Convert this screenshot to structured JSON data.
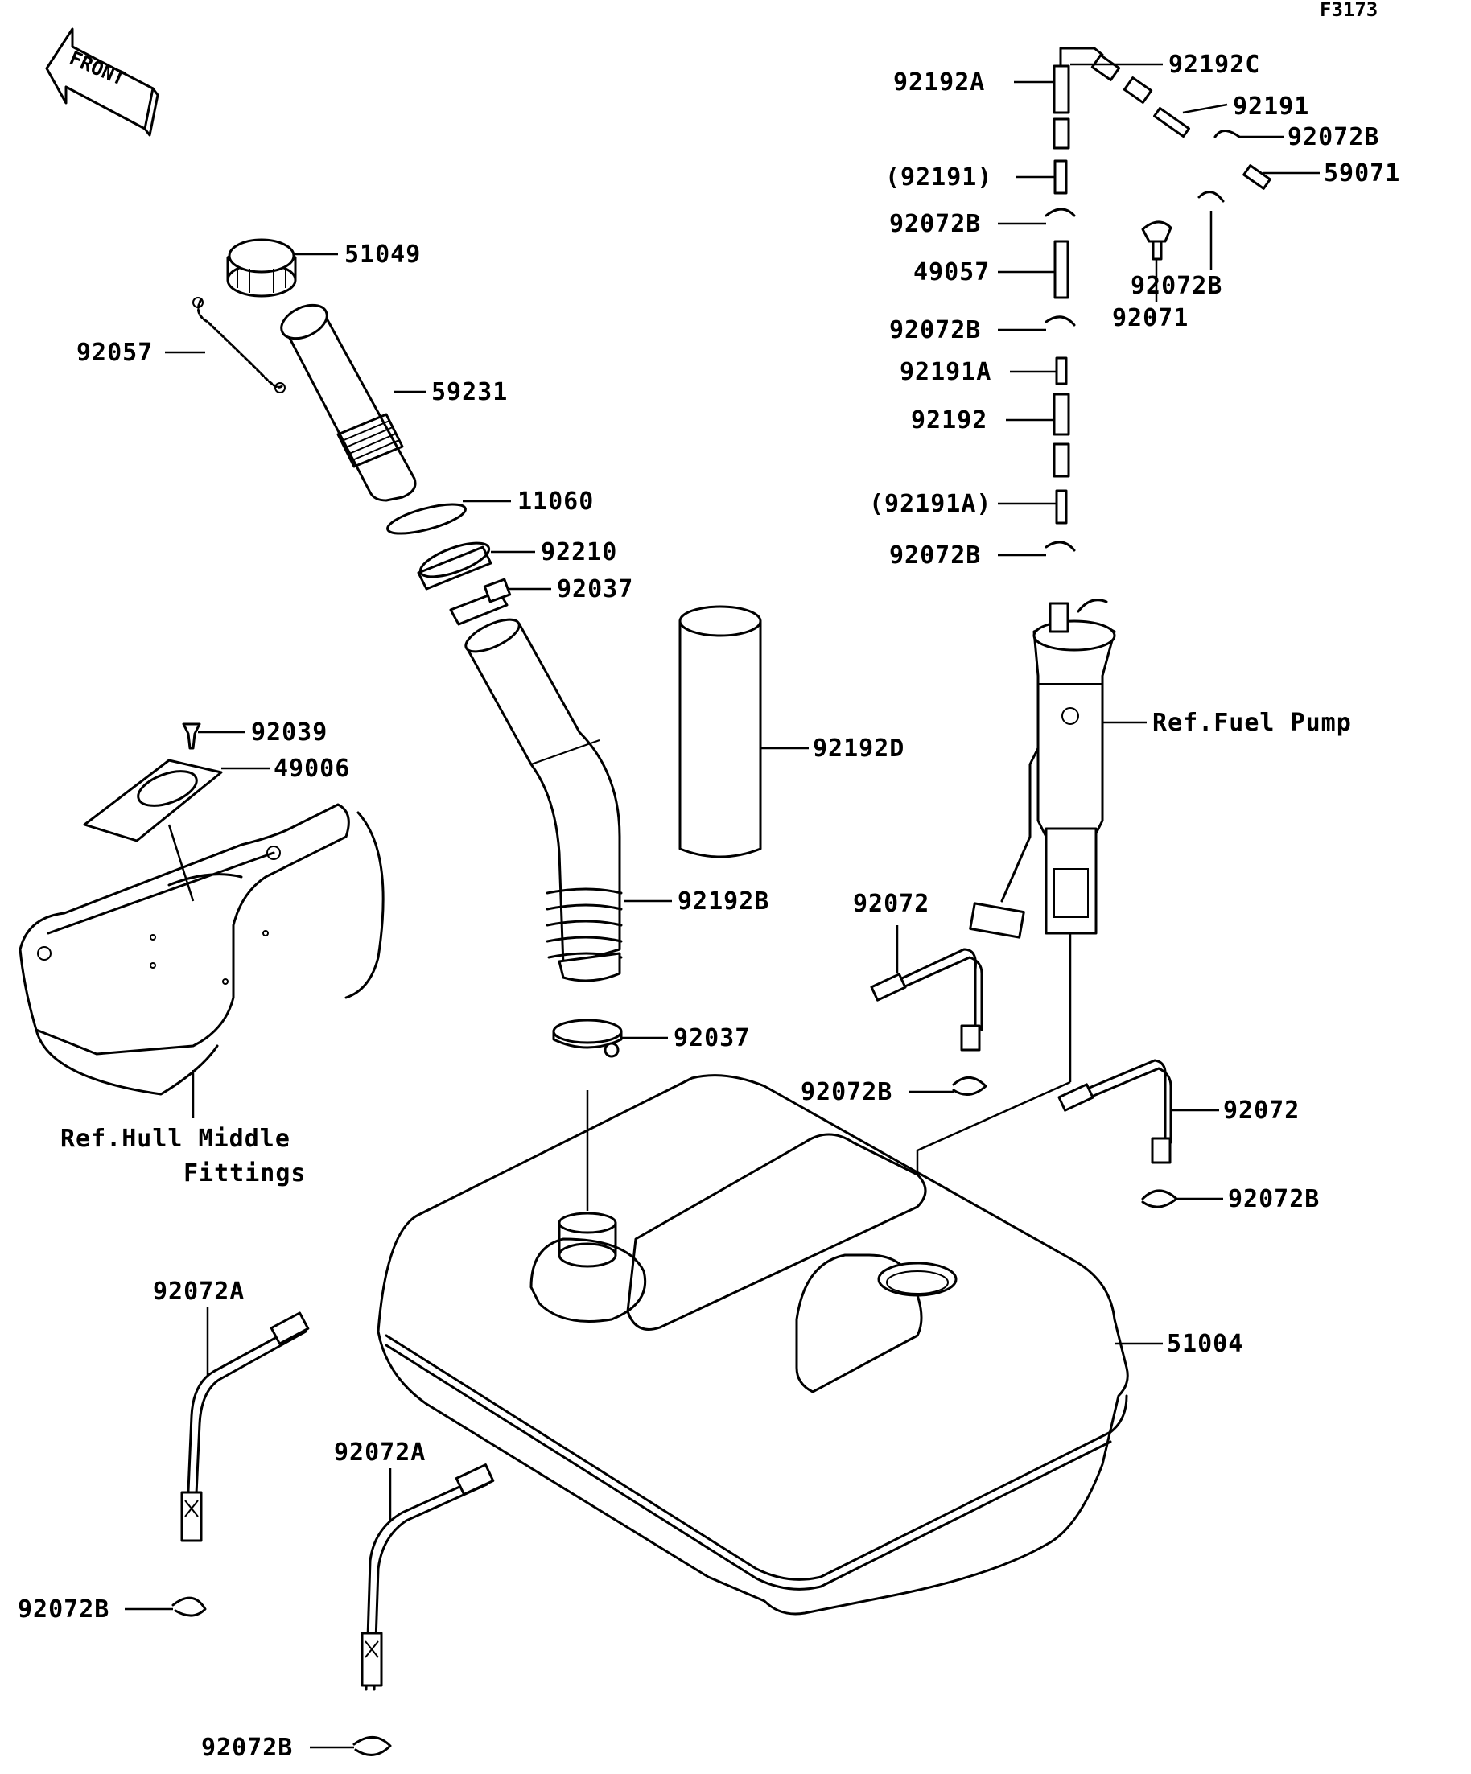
{
  "figure_code": "F3173",
  "front_label": "FRONT",
  "labels": {
    "p92192C": "92192C",
    "p92192A": "92192A",
    "p92191": "92191",
    "p92072B_top": "92072B",
    "p92191_paren": "(92191)",
    "p59071": "59071",
    "p92072B_a": "92072B",
    "p92072B_b": "92072B",
    "p49057": "49057",
    "p92071": "92071",
    "p92072B_c": "92072B",
    "p92191A": "92191A",
    "p92192": "92192",
    "p92191A_paren": "(92191A)",
    "p92072B_d": "92072B",
    "p51049": "51049",
    "p92057": "92057",
    "p59231": "59231",
    "p11060": "11060",
    "p92210": "92210",
    "p92037_a": "92037",
    "p92039": "92039",
    "p49006": "49006",
    "p92192D": "92192D",
    "ref_fuel_pump": "Ref.Fuel Pump",
    "p92192B": "92192B",
    "p92072_a": "92072",
    "p92037_b": "92037",
    "p92072B_e": "92072B",
    "p92072_b": "92072",
    "p92072B_f": "92072B",
    "ref_hull_1": "Ref.Hull Middle",
    "ref_hull_2": "Fittings",
    "p51004": "51004",
    "p92072A_a": "92072A",
    "p92072A_b": "92072A",
    "p92072B_g": "92072B",
    "p92072B_h": "92072B"
  }
}
